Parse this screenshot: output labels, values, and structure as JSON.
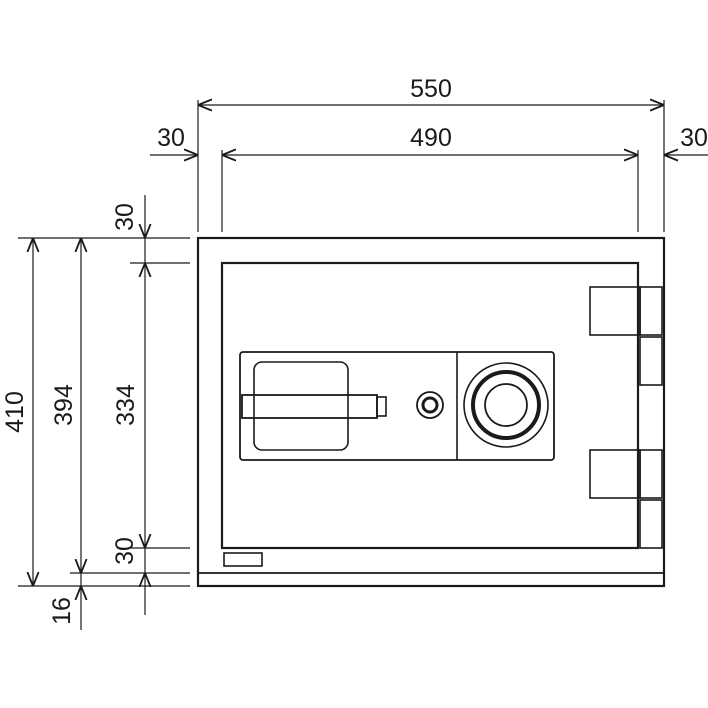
{
  "dimensions": {
    "overall_width": "550",
    "inner_width": "490",
    "left_margin": "30",
    "right_margin": "30",
    "overall_height": "410",
    "body_height": "394",
    "inner_height": "334",
    "top_margin": "30",
    "bottom_margin": "30",
    "base_height": "16"
  },
  "colors": {
    "line": "#1a1a1a",
    "background": "#ffffff"
  }
}
